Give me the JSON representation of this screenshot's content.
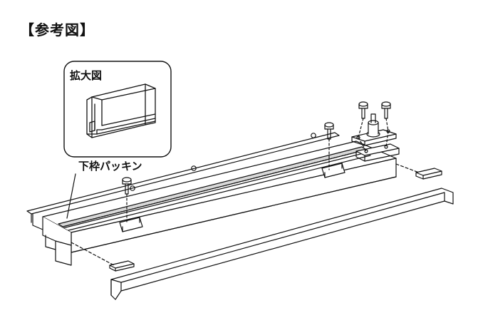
{
  "title": "【参考図】",
  "inset": {
    "label": "拡大図"
  },
  "callout": {
    "label": "下枠パッキン"
  }
}
